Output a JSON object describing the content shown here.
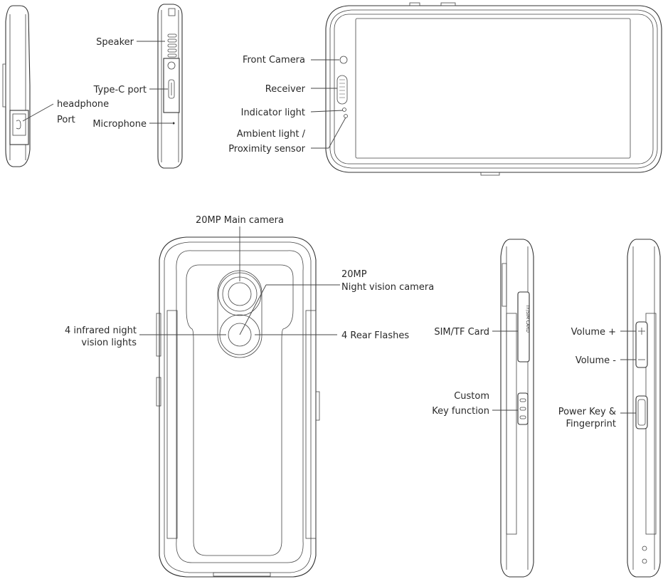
{
  "labels": {
    "speaker": "Speaker",
    "type_c_port": "Type-C port",
    "headphone_line1": "headphone",
    "headphone_line2": "Port",
    "microphone": "Microphone",
    "front_camera": "Front Camera",
    "receiver": "Receiver",
    "indicator_light": "Indicator light",
    "ambient_line1": "Ambient light /",
    "ambient_line2": "Proximity sensor",
    "main_camera": "20MP Main camera",
    "night_cam_line1": "20MP",
    "night_cam_line2": "Night vision camera",
    "infrared_line1": "4 infrared night",
    "infrared_line2": "vision lights",
    "rear_flashes": "4 Rear Flashes",
    "sim_tf": "SIM/TF Card",
    "custom_line1": "Custom",
    "custom_line2": "Key function",
    "volume_up": "Volume +",
    "volume_down": "Volume -",
    "power_line1": "Power Key &",
    "power_line2": "Fingerprint"
  },
  "card_tray_text": "TF/SIM CARD",
  "colors": {
    "line": "#333333",
    "text": "#2a2a2a",
    "background": "#ffffff"
  }
}
